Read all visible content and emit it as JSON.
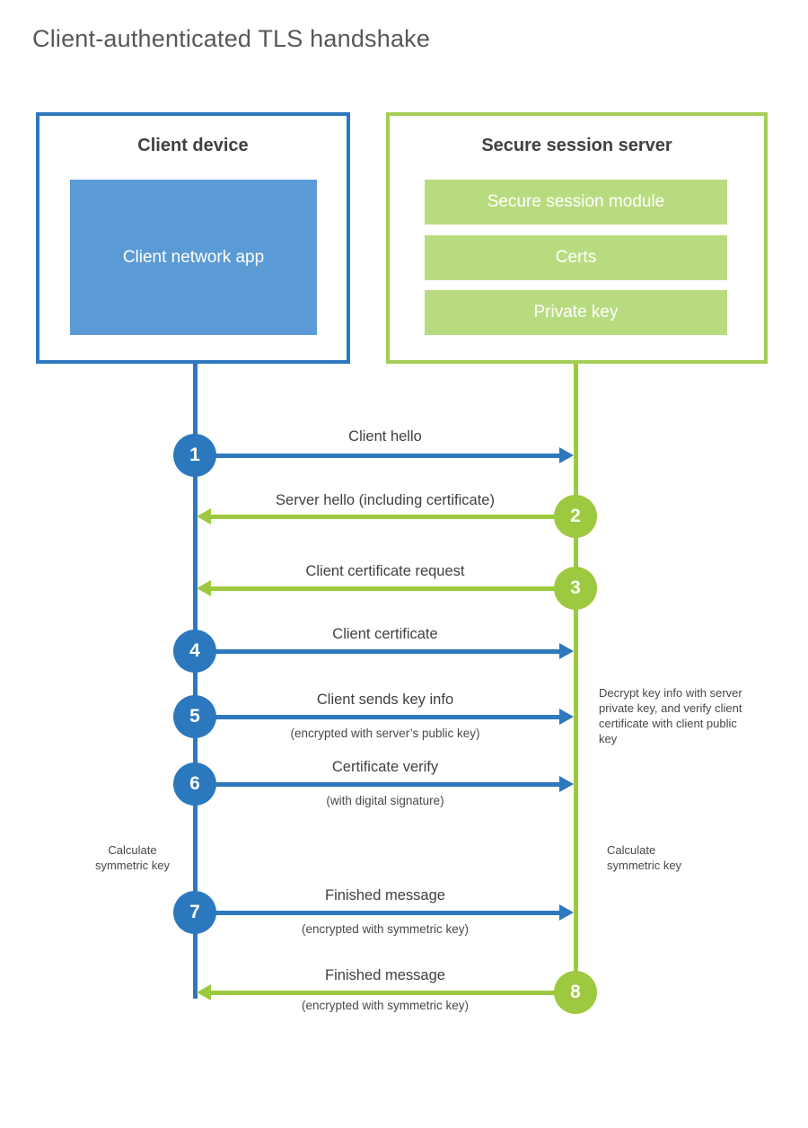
{
  "title": "Client-authenticated TLS handshake",
  "colors": {
    "blue_stroke": "#2e78be",
    "blue_fill": "#5b9bd5",
    "green_stroke": "#9cc93f",
    "green_border": "#a4ce57",
    "green_fill": "#b9db80",
    "text": "#3f4043"
  },
  "client": {
    "heading": "Client device",
    "module": "Client network app"
  },
  "server": {
    "heading": "Secure session server",
    "modules": [
      "Secure session module",
      "Certs",
      "Private key"
    ]
  },
  "steps": [
    {
      "number": "1",
      "label": "Client hello",
      "direction": "right"
    },
    {
      "number": "2",
      "label": "Server hello (including certificate)",
      "direction": "left"
    },
    {
      "number": "3",
      "label": "Client certificate request",
      "direction": "left"
    },
    {
      "number": "4",
      "label": "Client certificate",
      "direction": "right"
    },
    {
      "number": "5",
      "label": "Client sends key info",
      "sublabel": "(encrypted with server’s public key)",
      "direction": "right"
    },
    {
      "number": "6",
      "label": "Certificate verify",
      "sublabel": "(with digital signature)",
      "direction": "right"
    },
    {
      "number": "7",
      "label": "Finished message",
      "sublabel": "(encrypted with symmetric key)",
      "direction": "right"
    },
    {
      "number": "8",
      "label": "Finished message",
      "sublabel": "(encrypted with symmetric key)",
      "direction": "left"
    }
  ],
  "notes": {
    "decrypt": "Decrypt key info with server private key, and verify client certificate with client public key",
    "calculate_left": "Calculate symmetric key",
    "calculate_right": "Calculate symmetric key"
  }
}
